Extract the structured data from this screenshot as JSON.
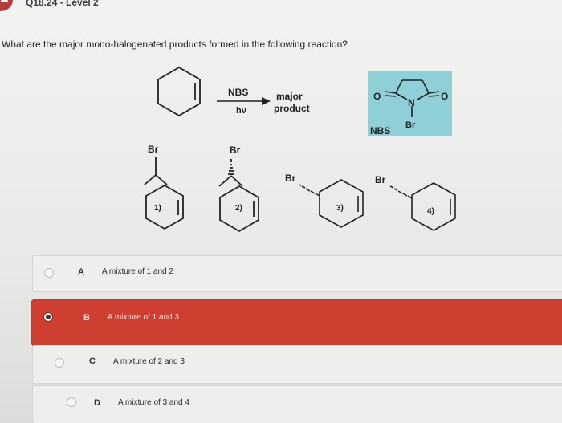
{
  "header": {
    "title": "Q18.24 - Level 2"
  },
  "question": {
    "text": "What are the major mono-halogenated products formed in the following reaction?"
  },
  "reaction": {
    "reagent": "NBS",
    "condition": "hν",
    "product_line1": "major",
    "product_line2": "product",
    "nbs_box": {
      "color": "#8fd0d8",
      "o_left": "O",
      "o_right": "O",
      "n": "N",
      "br": "Br",
      "name": "NBS"
    }
  },
  "products": [
    {
      "num": "1)",
      "br": "Br"
    },
    {
      "num": "2)",
      "br": "Br"
    },
    {
      "num": "3)",
      "br": "Br"
    },
    {
      "num": "4)",
      "br": "Br"
    }
  ],
  "options": [
    {
      "letter": "A",
      "text": "A mixture of 1 and 2",
      "selected": false
    },
    {
      "letter": "B",
      "text": "A mixture of 1 and 3",
      "selected": true
    },
    {
      "letter": "C",
      "text": "A mixture of 2 and 3",
      "selected": false
    },
    {
      "letter": "D",
      "text": "A mixture of 3 and 4",
      "selected": false
    }
  ]
}
